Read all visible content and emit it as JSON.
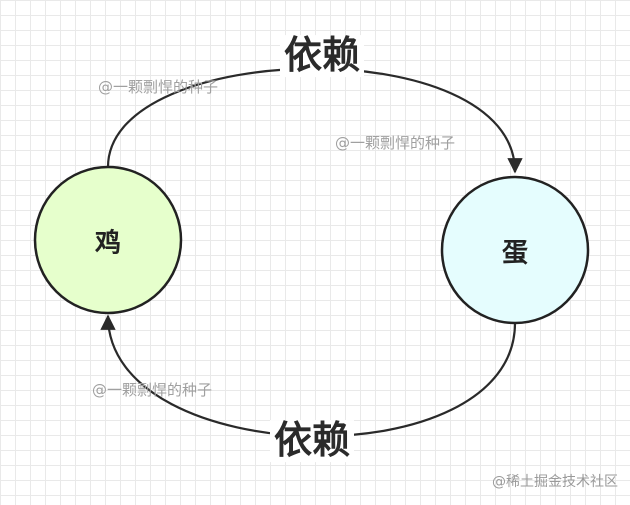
{
  "nodes": {
    "chicken": {
      "label": "鸡",
      "fill": "#e6ffcc",
      "stroke": "#222222"
    },
    "egg": {
      "label": "蛋",
      "fill": "#e5fdfe",
      "stroke": "#222222"
    }
  },
  "edges": {
    "top": {
      "label": "依赖",
      "from": "chicken",
      "to": "egg"
    },
    "bottom": {
      "label": "依赖",
      "from": "egg",
      "to": "chicken"
    }
  },
  "watermarks": [
    "@一颗剽悍的种子",
    "@一颗剽悍的种子",
    "@一颗剽悍的种子"
  ],
  "footer": "@稀土掘金技术社区",
  "colors": {
    "line": "#2a2a2a",
    "grid": "#e9e9e9"
  }
}
